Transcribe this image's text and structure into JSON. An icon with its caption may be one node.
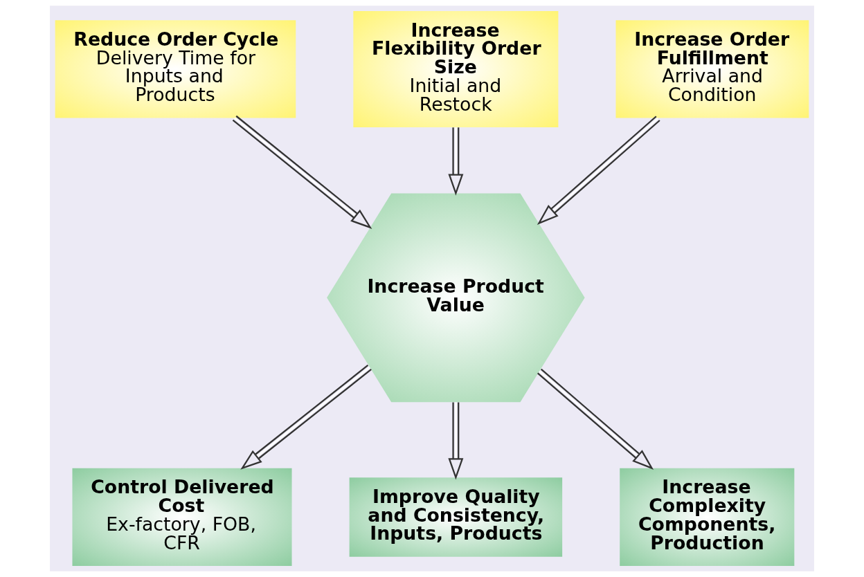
{
  "diagram": {
    "nodes": [
      {
        "text": [
          "Increase Flexibility Order Size",
          "Initial and Restock"
        ]
      },
      {
        "text": [
          "Reduce Order Cycle",
          "Delivery Time for Inputs and Products"
        ]
      },
      {
        "text": [
          "Increase Order Fulfillment",
          "Arrival and Condition"
        ]
      },
      {
        "text": [
          "Increase Product Value"
        ]
      },
      {
        "text": [
          "Control Delivered Cost",
          "Ex-factory, FOB, CFR"
        ]
      },
      {
        "text": [
          "Improve Quality and Consistency, Inputs, Products"
        ]
      },
      {
        "text": [
          "Increase Complexity Components, Production"
        ]
      }
    ],
    "edges": [
      {
        "from": 0,
        "to": 3,
        "arrow": "to"
      },
      {
        "from": 1,
        "to": 3,
        "arrow": "to"
      },
      {
        "from": 2,
        "to": 3,
        "arrow": "to"
      },
      {
        "from": 3,
        "to": 4,
        "arrow": "to"
      },
      {
        "from": 3,
        "to": 5,
        "arrow": "to"
      },
      {
        "from": 3,
        "to": 6,
        "arrow": "to"
      }
    ]
  }
}
